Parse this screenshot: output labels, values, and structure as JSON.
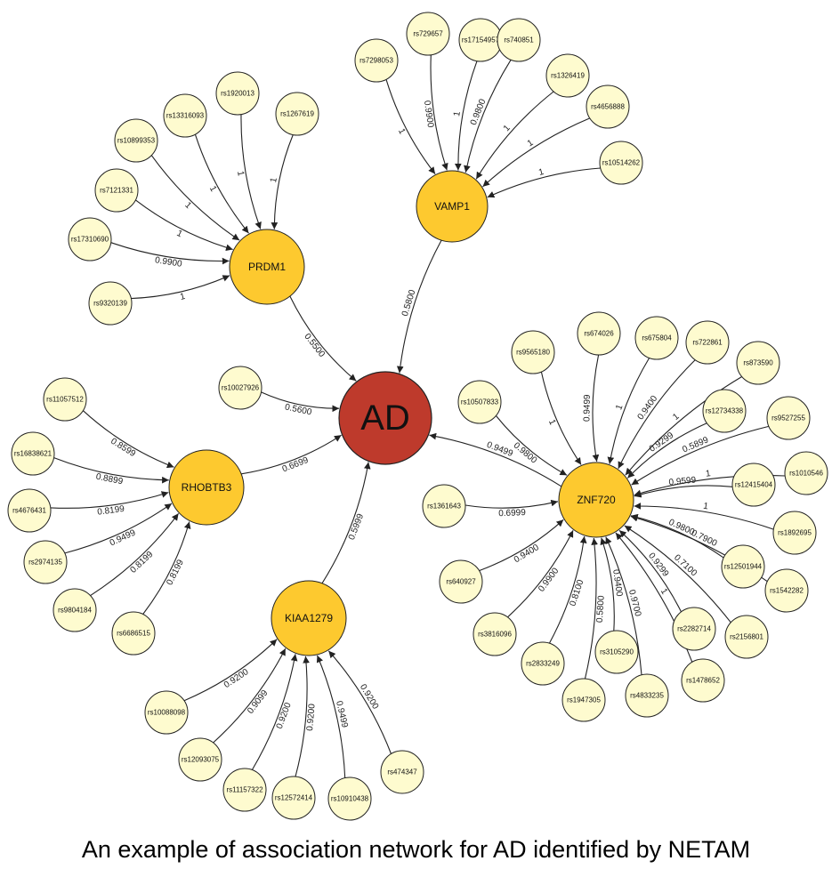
{
  "caption": "An example of association network for AD identified by NETAM",
  "colors": {
    "ad": "#be3a2c",
    "gene": "#fdc92f",
    "snp": "#fefbcf",
    "edge": "#222222"
  },
  "ad": {
    "id": "AD",
    "label": "AD"
  },
  "genes": [
    {
      "id": "VAMP1",
      "label": "VAMP1",
      "weight": "0.5800"
    },
    {
      "id": "PRDM1",
      "label": "PRDM1",
      "weight": "0.5500"
    },
    {
      "id": "RHOBTB3",
      "label": "RHOBTB3",
      "weight": "0.6699"
    },
    {
      "id": "KIAA1279",
      "label": "KIAA1279",
      "weight": "0.5999"
    },
    {
      "id": "ZNF720",
      "label": "ZNF720",
      "weight": "0.9499"
    }
  ],
  "snps": [
    {
      "id": "rs7298053",
      "label": "rs7298053",
      "target": "VAMP1",
      "weight": "1"
    },
    {
      "id": "rs729657",
      "label": "rs729657",
      "target": "VAMP1",
      "weight": "0.9900"
    },
    {
      "id": "rs17154957",
      "label": "rs17154957",
      "target": "VAMP1",
      "weight": "1"
    },
    {
      "id": "rs740851",
      "label": "rs740851",
      "target": "VAMP1",
      "weight": "0.9800"
    },
    {
      "id": "rs1326419",
      "label": "rs1326419",
      "target": "VAMP1",
      "weight": "1"
    },
    {
      "id": "rs4656888",
      "label": "rs4656888",
      "target": "VAMP1",
      "weight": "1"
    },
    {
      "id": "rs10514262",
      "label": "rs10514262",
      "target": "VAMP1",
      "weight": "1"
    },
    {
      "id": "rs1920013",
      "label": "rs1920013",
      "target": "PRDM1",
      "weight": "1"
    },
    {
      "id": "rs1267619",
      "label": "rs1267619",
      "target": "PRDM1",
      "weight": "1"
    },
    {
      "id": "rs13316093",
      "label": "rs13316093",
      "target": "PRDM1",
      "weight": "1"
    },
    {
      "id": "rs10899353",
      "label": "rs10899353",
      "target": "PRDM1",
      "weight": "1"
    },
    {
      "id": "rs7121331",
      "label": "rs7121331",
      "target": "PRDM1",
      "weight": "1"
    },
    {
      "id": "rs17310690",
      "label": "rs17310690",
      "target": "PRDM1",
      "weight": "0.9900"
    },
    {
      "id": "rs9320139",
      "label": "rs9320139",
      "target": "PRDM1",
      "weight": "1"
    },
    {
      "id": "rs11057512",
      "label": "rs11057512",
      "target": "RHOBTB3",
      "weight": "0.8599"
    },
    {
      "id": "rs16838621",
      "label": "rs16838621",
      "target": "RHOBTB3",
      "weight": "0.8899"
    },
    {
      "id": "rs4676431",
      "label": "rs4676431",
      "target": "RHOBTB3",
      "weight": "0.8199"
    },
    {
      "id": "rs2974135",
      "label": "rs2974135",
      "target": "RHOBTB3",
      "weight": "0.9499"
    },
    {
      "id": "rs9804184",
      "label": "rs9804184",
      "target": "RHOBTB3",
      "weight": "0.8199"
    },
    {
      "id": "rs6686515",
      "label": "rs6686515",
      "target": "RHOBTB3",
      "weight": "0.8199"
    },
    {
      "id": "rs10027926",
      "label": "rs10027926",
      "target": "AD",
      "weight": "0.5600"
    },
    {
      "id": "rs10088098",
      "label": "rs10088098",
      "target": "KIAA1279",
      "weight": "0.9200"
    },
    {
      "id": "rs12093075",
      "label": "rs12093075",
      "target": "KIAA1279",
      "weight": "0.9099"
    },
    {
      "id": "rs11157322",
      "label": "rs11157322",
      "target": "KIAA1279",
      "weight": "0.9200"
    },
    {
      "id": "rs12572414",
      "label": "rs12572414",
      "target": "KIAA1279",
      "weight": "0.9200"
    },
    {
      "id": "rs10910438",
      "label": "rs10910438",
      "target": "KIAA1279",
      "weight": "0.9499"
    },
    {
      "id": "rs474347",
      "label": "rs474347",
      "target": "KIAA1279",
      "weight": "0.9200"
    },
    {
      "id": "rs9565180",
      "label": "rs9565180",
      "target": "ZNF720",
      "weight": "1"
    },
    {
      "id": "rs674026",
      "label": "rs674026",
      "target": "ZNF720",
      "weight": "0.9499"
    },
    {
      "id": "rs675804",
      "label": "rs675804",
      "target": "ZNF720",
      "weight": "1"
    },
    {
      "id": "rs722861",
      "label": "rs722861",
      "target": "ZNF720",
      "weight": "0.9400"
    },
    {
      "id": "rs873590",
      "label": "rs873590",
      "target": "ZNF720",
      "weight": "1"
    },
    {
      "id": "rs12734338",
      "label": "rs12734338",
      "target": "ZNF720",
      "weight": "0.9299"
    },
    {
      "id": "rs9527255",
      "label": "rs9527255",
      "target": "ZNF720",
      "weight": "0.5899"
    },
    {
      "id": "rs10507833",
      "label": "rs10507833",
      "target": "ZNF720",
      "weight": "0.9800"
    },
    {
      "id": "rs12415404",
      "label": "rs12415404",
      "target": "ZNF720",
      "weight": "0.9599"
    },
    {
      "id": "rs1010546",
      "label": "rs1010546",
      "target": "ZNF720",
      "weight": "1"
    },
    {
      "id": "rs1892695",
      "label": "rs1892695",
      "target": "ZNF720",
      "weight": "1"
    },
    {
      "id": "rs1361643",
      "label": "rs1361643",
      "target": "ZNF720",
      "weight": "0.6999"
    },
    {
      "id": "rs12501944",
      "label": "rs12501944",
      "target": "ZNF720",
      "weight": "0.9800"
    },
    {
      "id": "rs1542282",
      "label": "rs1542282",
      "target": "ZNF720",
      "weight": "0.7900"
    },
    {
      "id": "rs640927",
      "label": "rs640927",
      "target": "ZNF720",
      "weight": "0.9400"
    },
    {
      "id": "rs2156801",
      "label": "rs2156801",
      "target": "ZNF720",
      "weight": "0.7100"
    },
    {
      "id": "rs2282714",
      "label": "rs2282714",
      "target": "ZNF720",
      "weight": "0.9299"
    },
    {
      "id": "rs3816096",
      "label": "rs3816096",
      "target": "ZNF720",
      "weight": "0.9900"
    },
    {
      "id": "rs2833249",
      "label": "rs2833249",
      "target": "ZNF720",
      "weight": "0.8100"
    },
    {
      "id": "rs1947305",
      "label": "rs1947305",
      "target": "ZNF720",
      "weight": "0.5800"
    },
    {
      "id": "rs3105290",
      "label": "rs3105290",
      "target": "ZNF720",
      "weight": "0.9400"
    },
    {
      "id": "rs4833235",
      "label": "rs4833235",
      "target": "ZNF720",
      "weight": "0.9700"
    },
    {
      "id": "rs1478652",
      "label": "rs1478652",
      "target": "ZNF720",
      "weight": "1"
    }
  ]
}
